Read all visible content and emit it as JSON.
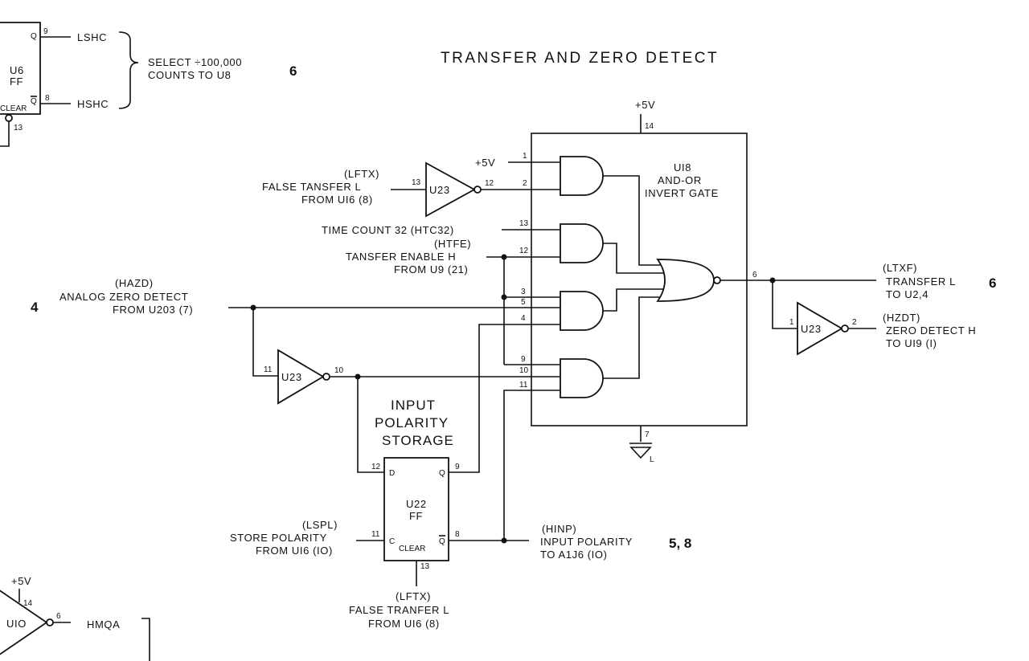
{
  "title": "TRANSFER AND ZERO DETECT",
  "colors": {
    "ink": "#111111",
    "paper": "#ffffff"
  },
  "u6": {
    "name": "U6",
    "type": "FF",
    "q": "Q",
    "qbar": "Q",
    "clear": "CLEAR",
    "pin_q": "9",
    "pin_qbar": "8",
    "pin_clear": "13",
    "out_q": "LSHC",
    "out_qbar": "HSHC",
    "note_line1": "SELECT ÷100,000",
    "note_line2": "COUNTS TO U8",
    "ref": "6"
  },
  "power": {
    "vcc": "+5V",
    "pin_vcc": "14",
    "gnd_pin": "7",
    "gnd_label": "L"
  },
  "u18": {
    "name": "UI8",
    "line1": "AND-OR",
    "line2": "INVERT GATE",
    "out_pin": "6"
  },
  "u18_pins": [
    "1",
    "2",
    "13",
    "12",
    "3",
    "5",
    "4",
    "9",
    "10",
    "11"
  ],
  "u23a": {
    "name": "U23",
    "in_pin": "13",
    "out_pin": "12"
  },
  "u23b": {
    "name": "U23",
    "in_pin": "11",
    "out_pin": "10"
  },
  "u23c": {
    "name": "U23",
    "in_pin": "1",
    "out_pin": "2"
  },
  "inputs": {
    "lftx": {
      "mnemonic": "(LFTX)",
      "line1": "FALSE TANSFER L",
      "line2": "FROM UI6 (8)"
    },
    "htc32": {
      "line1": "TIME COUNT 32 (HTC32)"
    },
    "htfe": {
      "mnemonic": "(HTFE)",
      "line1": "TANSFER ENABLE H",
      "line2": "FROM U9 (21)"
    },
    "hazd": {
      "mnemonic": "(HAZD)",
      "line1": "ANALOG ZERO DETECT",
      "line2": "FROM U203 (7)",
      "ref": "4"
    },
    "lspl": {
      "mnemonic": "(LSPL)",
      "line1": "STORE POLARITY",
      "line2": "FROM UI6 (IO)"
    },
    "lftx2": {
      "mnemonic": "(LFTX)",
      "line1": "FALSE TRANFER L",
      "line2": "FROM UI6 (8)"
    }
  },
  "outputs": {
    "ltxf": {
      "mnemonic": "(LTXF)",
      "line1": "TRANSFER L",
      "line2": "TO U2,4",
      "ref": "6"
    },
    "hzdt": {
      "mnemonic": "(HZDT)",
      "line1": "ZERO DETECT H",
      "line2": "TO UI9 (I)"
    },
    "hinp": {
      "mnemonic": "(HINP)",
      "line1": "INPUT POLARITY",
      "line2": "TO A1J6 (IO)",
      "ref": "5, 8"
    }
  },
  "storage": {
    "header1": "INPUT",
    "header2": "POLARITY",
    "header3": "STORAGE",
    "name": "U22",
    "type": "FF",
    "d": "D",
    "c": "C",
    "q": "Q",
    "qbar": "Q",
    "clear": "CLEAR",
    "pin_d": "12",
    "pin_c": "11",
    "pin_q": "9",
    "pin_qbar": "8",
    "pin_clear": "13"
  },
  "u10": {
    "name": "UIO",
    "vcc": "+5V",
    "pin_vcc": "14",
    "out_pin": "6",
    "out": "HMQA"
  }
}
